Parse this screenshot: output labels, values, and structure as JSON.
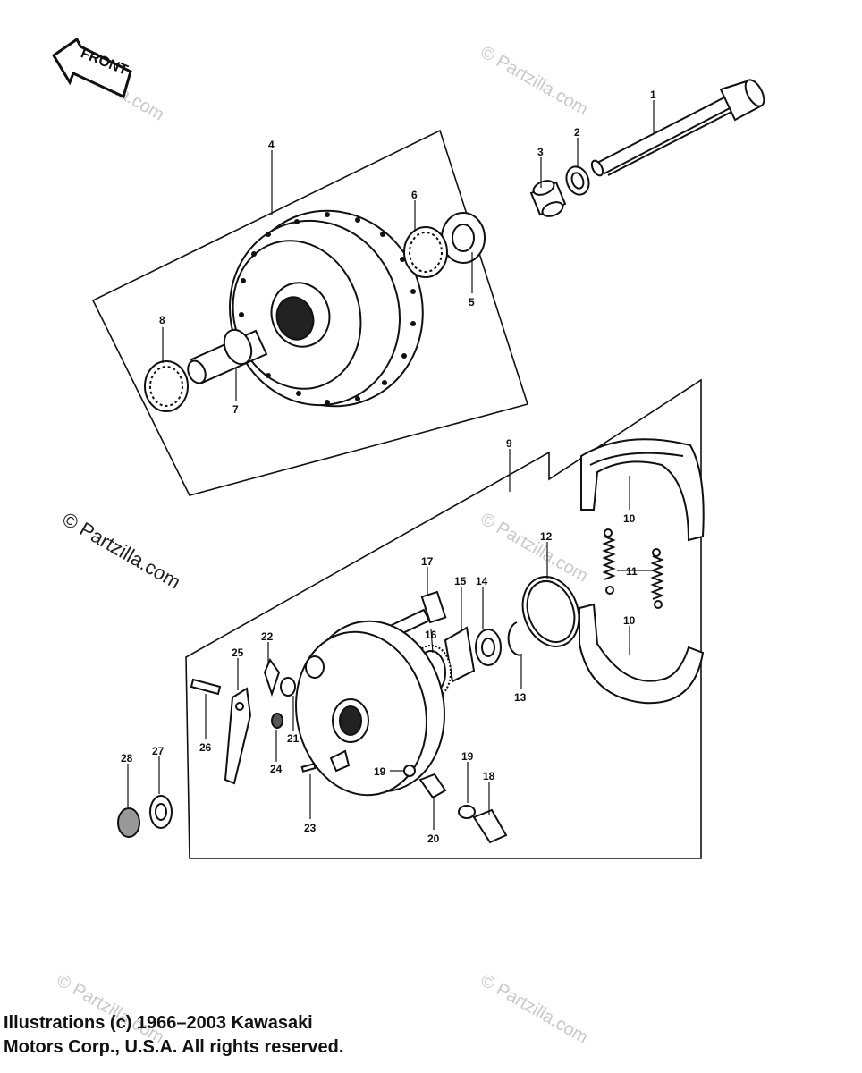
{
  "front_arrow": {
    "label": "FRONT",
    "icon": "front-direction-arrow-icon"
  },
  "watermarks": {
    "dark": "© Partzilla.com",
    "light": "© Partzilla.com"
  },
  "callouts": {
    "p1": "1",
    "p2": "2",
    "p3": "3",
    "p4": "4",
    "p5": "5",
    "p6": "6",
    "p7": "7",
    "p8": "8",
    "p9": "9",
    "p10a": "10",
    "p10b": "10",
    "p11": "11",
    "p12": "12",
    "p13": "13",
    "p14": "14",
    "p15": "15",
    "p16": "16",
    "p17": "17",
    "p18": "18",
    "p19a": "19",
    "p19b": "19",
    "p20": "20",
    "p21": "21",
    "p22": "22",
    "p23": "23",
    "p24": "24",
    "p25": "25",
    "p26": "26",
    "p27": "27",
    "p28": "28"
  },
  "copyright": {
    "line1": "Illustrations (c) 1966–2003 Kawasaki",
    "line2": "Motors Corp., U.S.A.  All rights reserved."
  }
}
